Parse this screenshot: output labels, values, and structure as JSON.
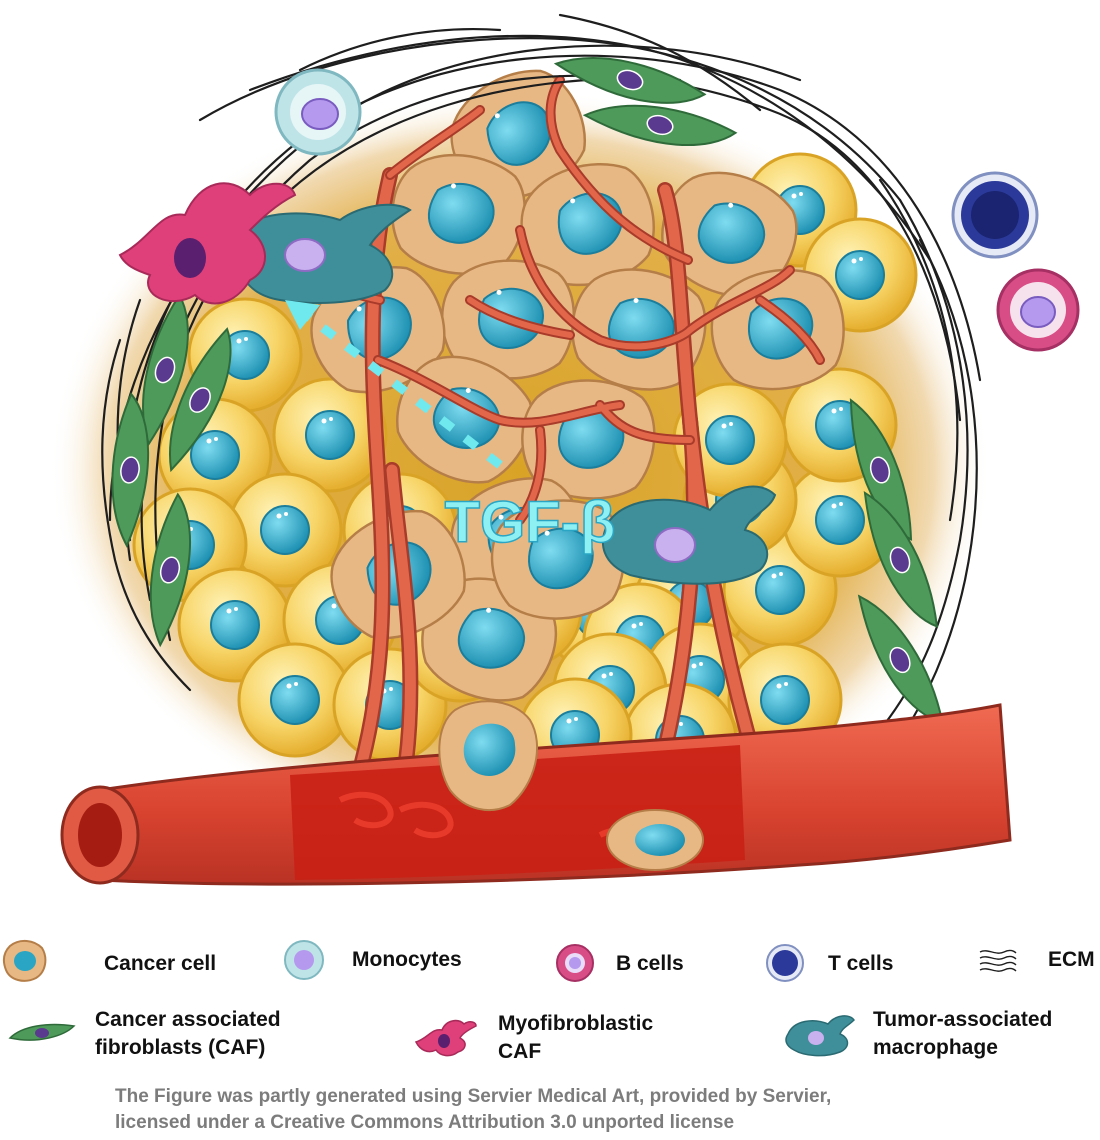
{
  "diagram": {
    "center_label": "TGF-β"
  },
  "legend": {
    "cancer_cell": "Cancer cell",
    "monocytes": "Monocytes",
    "b_cells": "B cells",
    "t_cells": "T cells",
    "ecm": "ECM",
    "caf_line1": "Cancer associated",
    "caf_line2": "fibroblasts (CAF)",
    "myo_line1": "Myofibroblastic",
    "myo_line2": "CAF",
    "tam_line1": "Tumor-associated",
    "tam_line2": "macrophage"
  },
  "credit": {
    "line1": "The Figure was partly generated using Servier Medical Art, provided by Servier,",
    "line2": "licensed under a Creative Commons Attribution 3.0 unported license"
  },
  "colors": {
    "cancer_cell": "#e8b884",
    "tumor_cell_yellow": "#f6d46a",
    "nucleus": "#2aa6c4",
    "vessel": "#d84b36",
    "caf": "#4e9a5a",
    "monocyte": "#bfe4e8",
    "b_cell": "#d94d86",
    "t_cell": "#2b3a9a",
    "macrophage": "#3f8f9a",
    "myofibroblast": "#e0407a",
    "tgf_label": "#8ff0f4"
  }
}
